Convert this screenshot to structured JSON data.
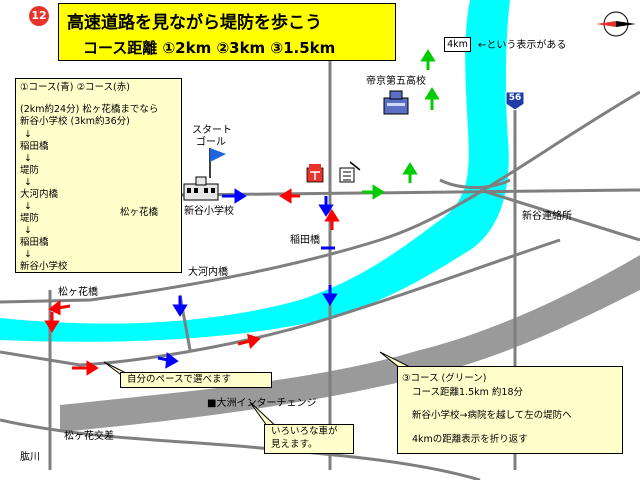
{
  "title": {
    "badge": "12",
    "line1": "高速道路を見ながら堤防を歩こう",
    "line2": "コース距離 ①2km ②3km ③1.5km"
  },
  "course_box": {
    "header": "①コース(青) ②コース(赤)",
    "line1": "(2km約24分) 松ヶ花橋までなら",
    "line2": "新谷小学校 (3km約36分)",
    "stops": [
      "↓",
      "稲田橋",
      "↓",
      "堤防",
      "↓",
      "大河内橋",
      "↓",
      "堤防",
      "↓",
      "稲田橋",
      "↓",
      "新谷小学校"
    ],
    "side_label": "松ヶ花橋"
  },
  "green_box": {
    "header": "③コース (グリーン)",
    "line1": "コース距離1.5km 約18分",
    "line2": "新谷小学校→病院を越して左の堤防へ",
    "line3": "4kmの距離表示を折り返す"
  },
  "labels": {
    "start_goal_1": "スタート",
    "start_goal_2": "ゴール",
    "school": "新谷小学校",
    "high_school": "帝京第五高校",
    "inada_bridge": "稲田橋",
    "okochi_bridge": "大河内橋",
    "matsugahana_bridge": "松ヶ花橋",
    "shinya_junction": "新谷連絡所",
    "ozu_ic": "■大洲インターチェンジ",
    "matsugahana_crossing": "松ヶ花交差",
    "hiji_river": "肱川",
    "km_sign": "4km",
    "km_note": "←という表示がある",
    "route_number": "56",
    "own_pace": "自分のペースで選べます",
    "cars_1": "いろいろな車が",
    "cars_2": "見えます。"
  },
  "colors": {
    "river": "#00ffff",
    "road": "#808080",
    "title_bg": "#ffff00",
    "box_bg": "#ffffcc",
    "blue_route": "#0000ff",
    "red_route": "#ff0000",
    "green_route": "#00cc00",
    "badge": "#e8342c"
  },
  "icons": [
    "start-flag-icon",
    "school-building-icon",
    "high-school-building-icon",
    "post-office-icon",
    "clinic-icon",
    "compass-icon",
    "route-shield-icon"
  ]
}
